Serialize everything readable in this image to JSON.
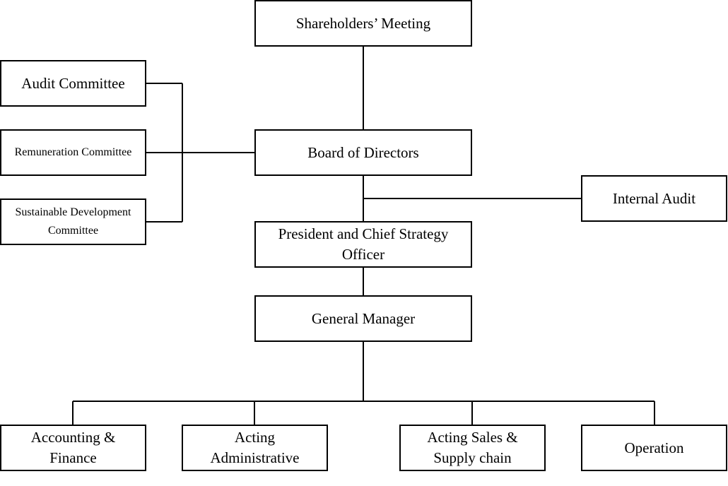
{
  "nodes": {
    "shareholders": "Shareholders’ Meeting",
    "audit_committee": "Audit Committee",
    "remuneration_committee": "Remuneration Committee",
    "sustainable_committee": "Sustainable Development\nCommittee",
    "board": "Board of Directors",
    "internal_audit": "Internal Audit",
    "president": "President and Chief Strategy\nOfficer",
    "general_manager": "General Manager",
    "accounting": "Accounting &\nFinance",
    "administrative": "Acting\nAdministrative",
    "sales": "Acting Sales &\nSupply chain",
    "operation": "Operation"
  },
  "edges": [
    [
      "shareholders",
      "board"
    ],
    [
      "audit_committee",
      "board"
    ],
    [
      "remuneration_committee",
      "board"
    ],
    [
      "sustainable_committee",
      "board"
    ],
    [
      "board",
      "internal_audit"
    ],
    [
      "board",
      "president"
    ],
    [
      "president",
      "general_manager"
    ],
    [
      "general_manager",
      "accounting"
    ],
    [
      "general_manager",
      "administrative"
    ],
    [
      "general_manager",
      "sales"
    ],
    [
      "general_manager",
      "operation"
    ]
  ]
}
